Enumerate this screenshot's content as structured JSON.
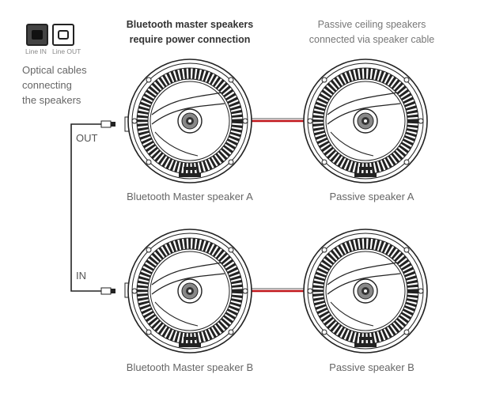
{
  "header": {
    "master_title": "Bluetooth master speakers\nrequire power connection",
    "passive_title": "Passive ceiling speakers\nconnected via speaker cable"
  },
  "ports": {
    "line_in": "Line IN",
    "line_out": "Line OUT"
  },
  "optical_note": "Optical cables\nconnecting\nthe speakers",
  "io": {
    "out": "OUT",
    "in": "IN"
  },
  "speakers": {
    "master_a": "Bluetooth Master speaker A",
    "passive_a": "Passive speaker A",
    "master_b": "Bluetooth Master speaker B",
    "passive_b": "Passive speaker B"
  },
  "colors": {
    "speaker_cable": "#c0151a",
    "outline": "#222222"
  },
  "icons": [
    "optical-line-in-port-icon",
    "optical-line-out-port-icon",
    "ceiling-speaker-icon"
  ]
}
